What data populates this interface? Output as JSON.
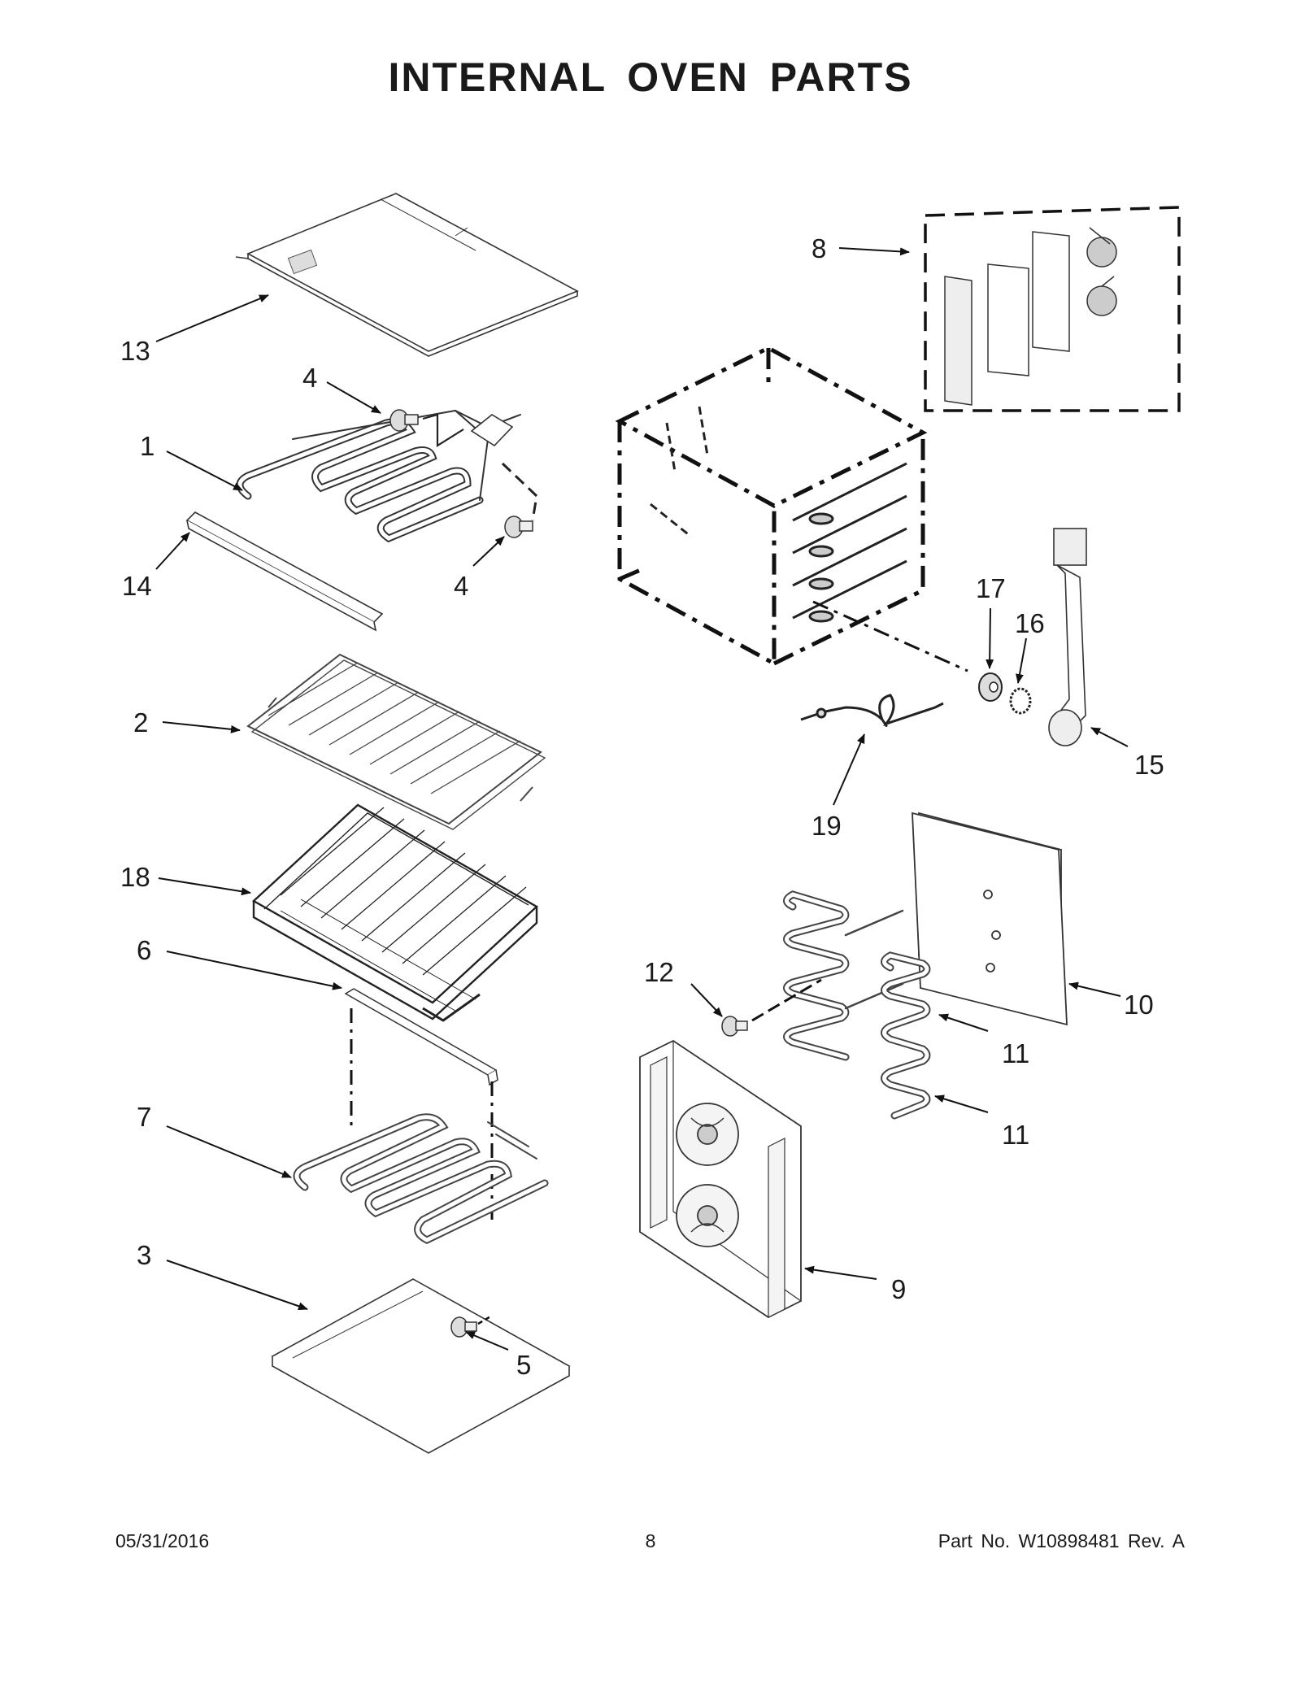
{
  "title": "INTERNAL OVEN PARTS",
  "callouts": [
    "13",
    "4",
    "1",
    "14",
    "4",
    "2",
    "18",
    "6",
    "7",
    "3",
    "5",
    "8",
    "17",
    "16",
    "15",
    "19",
    "10",
    "12",
    "11",
    "11",
    "9"
  ],
  "footer": {
    "date": "05/31/2016",
    "page": "8",
    "part": "Part No.  W10898481  Rev.  A"
  }
}
